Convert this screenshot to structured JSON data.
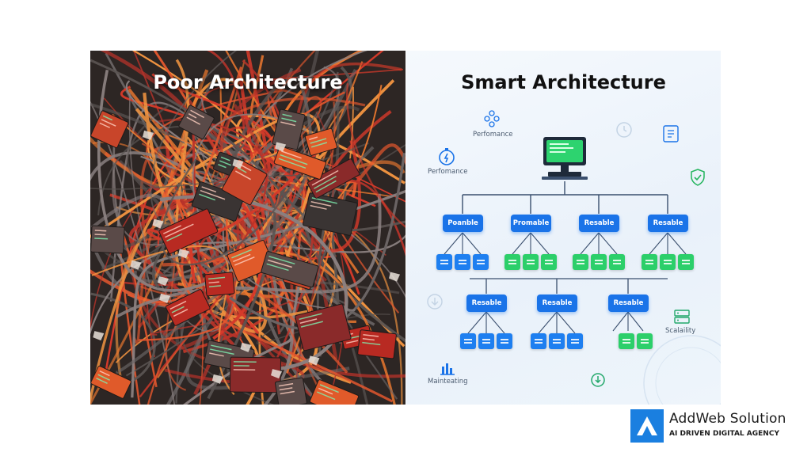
{
  "left": {
    "title": "Poor Architecture"
  },
  "right": {
    "title": "Smart Architecture",
    "side_labels": {
      "performance_top": "Perfomance",
      "performance_left": "Perfomance",
      "scalability": "Scalaility",
      "maintaining": "Mainteating"
    },
    "row1": [
      {
        "label": "Poanble",
        "leaves": [
          "blue",
          "blue",
          "blue"
        ]
      },
      {
        "label": "Promable",
        "leaves": [
          "green",
          "green",
          "green"
        ]
      },
      {
        "label": "Resable",
        "leaves": [
          "green",
          "green",
          "green"
        ]
      },
      {
        "label": "Resable",
        "leaves": [
          "green",
          "green",
          "green"
        ]
      }
    ],
    "row2": [
      {
        "label": "Resable",
        "leaves": [
          "blue",
          "blue",
          "blue"
        ]
      },
      {
        "label": "Resable",
        "leaves": [
          "blue",
          "blue",
          "blue"
        ]
      },
      {
        "label": "Resable",
        "leaves": [
          "green",
          "green"
        ]
      }
    ]
  },
  "logo": {
    "name": "AddWeb Solution",
    "tagline": "AI DRIVEN DIGITAL AGENCY",
    "brand_color": "#1a7fe0"
  }
}
